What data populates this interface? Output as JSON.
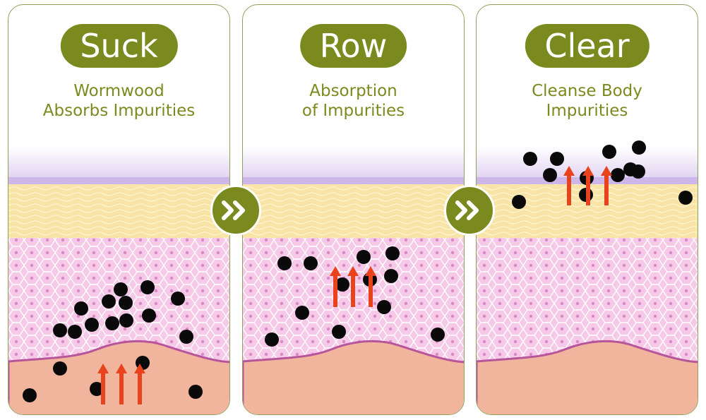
{
  "panels": [
    {
      "title": "Suck",
      "subtitle_lines": [
        "Wormwood",
        "Absorbs Impurities"
      ]
    },
    {
      "title": "Row",
      "subtitle_lines": [
        "Absorption",
        "of Impurities"
      ]
    },
    {
      "title": "Clear",
      "subtitle_lines": [
        "Cleanse Body",
        "Impurities"
      ]
    }
  ],
  "icons": {
    "next_step": "double-chevron-right-icon"
  },
  "colors": {
    "accent": "#7b8a1f",
    "arrow": "#e8431c",
    "impurity": "#0a0a0a",
    "cells": "#f4c7e6",
    "dermis": "#f3b39a",
    "stratum": "#f6e3a2"
  }
}
